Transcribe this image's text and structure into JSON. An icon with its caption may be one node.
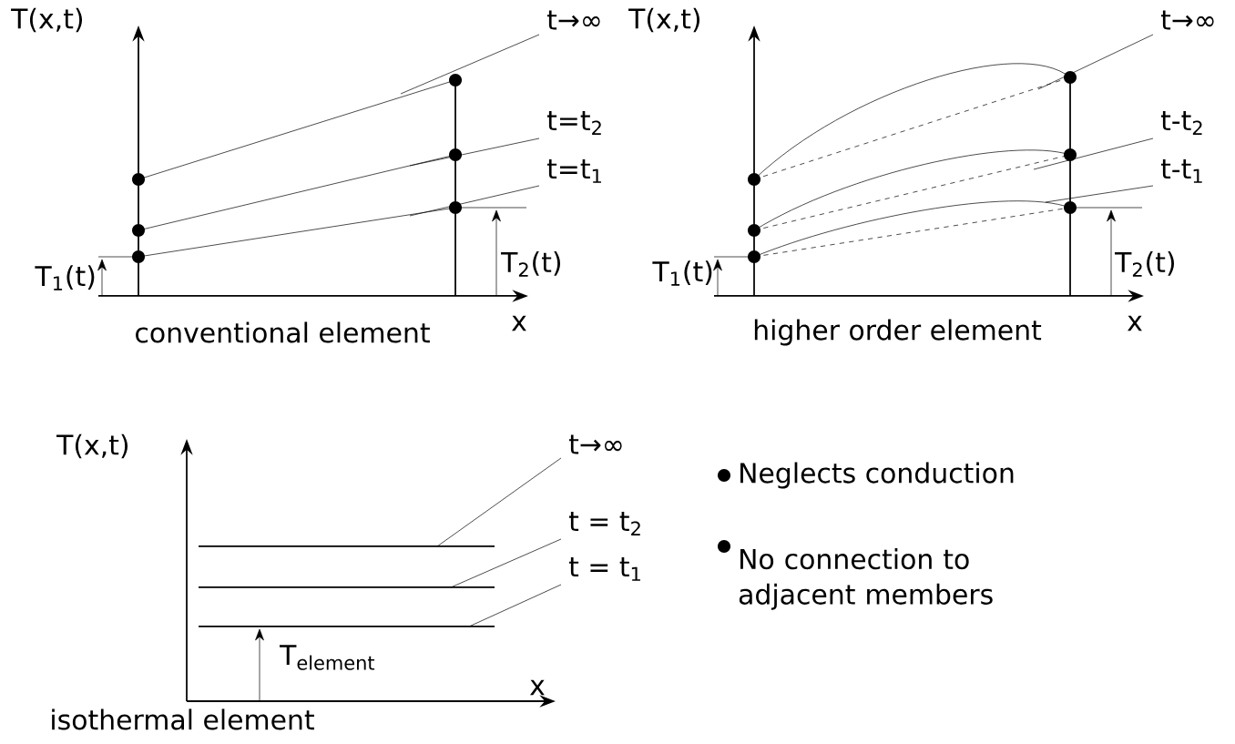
{
  "diagram": {
    "nodes": [
      {
        "text": [
          "t→∞"
        ]
      },
      {
        "text": [
          "t=t$_{2}$"
        ]
      },
      {
        "text": [
          "t=t$_{1}$"
        ]
      },
      {
        "text": [
          "t→∞"
        ]
      },
      {
        "text": [
          "t-t$_{2}$"
        ]
      },
      {
        "text": [
          "t-t$_{1}$"
        ]
      },
      {
        "text": [
          "t→∞"
        ]
      },
      {
        "text": [
          "t = t$_{2}$"
        ]
      },
      {
        "text": [
          "t = t$_{1}$"
        ]
      }
    ],
    "edges": [
      {
        "from": 0,
        "to": null,
        "arrow": "none"
      },
      {
        "from": 1,
        "to": null,
        "arrow": "none"
      },
      {
        "from": 2,
        "to": null,
        "arrow": "none"
      },
      {
        "from": 3,
        "to": null,
        "arrow": "none"
      },
      {
        "from": 4,
        "to": null,
        "arrow": "none"
      },
      {
        "from": 5,
        "to": null,
        "arrow": "none"
      },
      {
        "from": 6,
        "to": null,
        "arrow": "none"
      },
      {
        "from": 7,
        "to": null,
        "arrow": "none"
      },
      {
        "from": 8,
        "to": null,
        "arrow": "none"
      }
    ],
    "labels": [
      "T(x,t)",
      "T(x,t)",
      "T$_{1}$(t)",
      "T$_{2}$(t)",
      "x",
      "conventional element",
      "T$_{1}$(t)",
      "T$_{2}$(t)",
      "x",
      "higher order element",
      "T(x,t)",
      "T$_{element}$",
      "x",
      "isothermal element",
      "Neglects conduction",
      "No connection to adjacent members"
    ]
  }
}
